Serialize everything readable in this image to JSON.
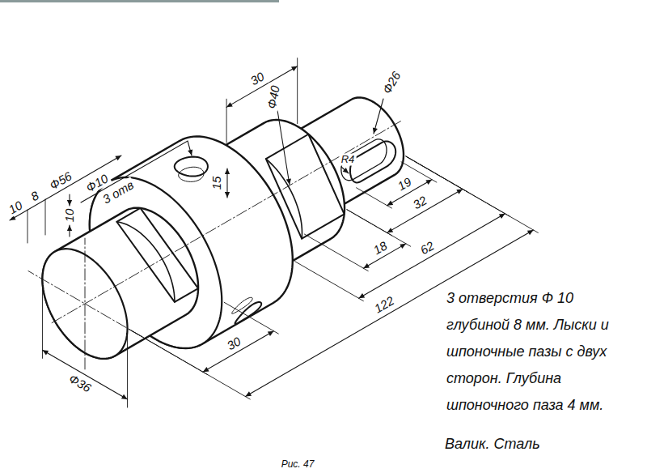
{
  "diagram": {
    "caption": "Рис. 47",
    "labels": [
      "30",
      "Ф26",
      "Ф40",
      "R4",
      "Ф10",
      "3 отв",
      "15",
      "10",
      "8",
      "Ф56",
      "10",
      "19",
      "32",
      "62",
      "18",
      "122",
      "30",
      "Ф36",
      "3 отверстия Ф 10 глубиной 8 мм. Лыски и шпоночные пазы с двух сторон. Глубина шпоночного паза 4 мм.",
      "Валик. Сталь"
    ]
  }
}
